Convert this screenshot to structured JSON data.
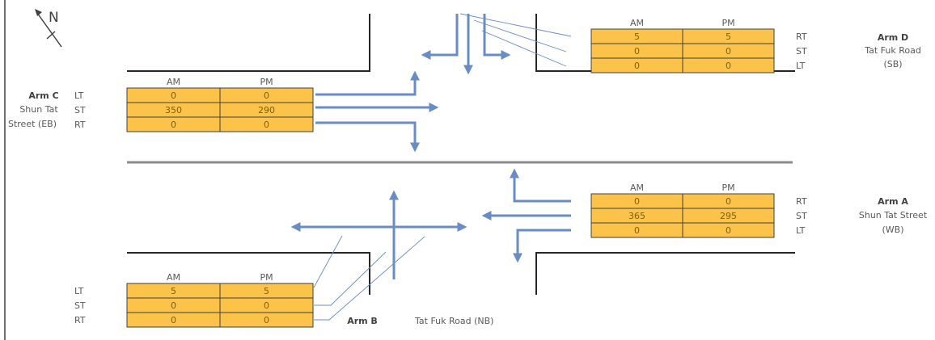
{
  "north_label": "N",
  "period_labels": {
    "am": "AM",
    "pm": "PM"
  },
  "colors": {
    "cell_fill": "#fcc34a",
    "cell_border": "#404040",
    "arrow": "#6a8cc4",
    "road": "#262626",
    "centre_line": "#8c8c8c"
  },
  "arms": {
    "d": {
      "name": "Arm D",
      "road_line1": "Tat Fuk Road",
      "road_line2": "(SB)",
      "rows": [
        {
          "movement": "RT",
          "am": "5",
          "pm": "5"
        },
        {
          "movement": "ST",
          "am": "0",
          "pm": "0"
        },
        {
          "movement": "LT",
          "am": "0",
          "pm": "0"
        }
      ]
    },
    "c": {
      "name": "Arm C",
      "road_line1": "Shun Tat",
      "road_line2": "Street (EB)",
      "rows": [
        {
          "movement": "LT",
          "am": "0",
          "pm": "0"
        },
        {
          "movement": "ST",
          "am": "350",
          "pm": "290"
        },
        {
          "movement": "RT",
          "am": "0",
          "pm": "0"
        }
      ]
    },
    "a": {
      "name": "Arm A",
      "road_line1": "Shun Tat Street",
      "road_line2": "(WB)",
      "rows": [
        {
          "movement": "RT",
          "am": "0",
          "pm": "0"
        },
        {
          "movement": "ST",
          "am": "365",
          "pm": "295"
        },
        {
          "movement": "LT",
          "am": "0",
          "pm": "0"
        }
      ]
    },
    "b": {
      "name": "Arm B",
      "road_name": "Tat Fuk Road (NB)",
      "rows": [
        {
          "movement": "LT",
          "am": "5",
          "pm": "5"
        },
        {
          "movement": "ST",
          "am": "0",
          "pm": "0"
        },
        {
          "movement": "RT",
          "am": "0",
          "pm": "0"
        }
      ]
    }
  }
}
